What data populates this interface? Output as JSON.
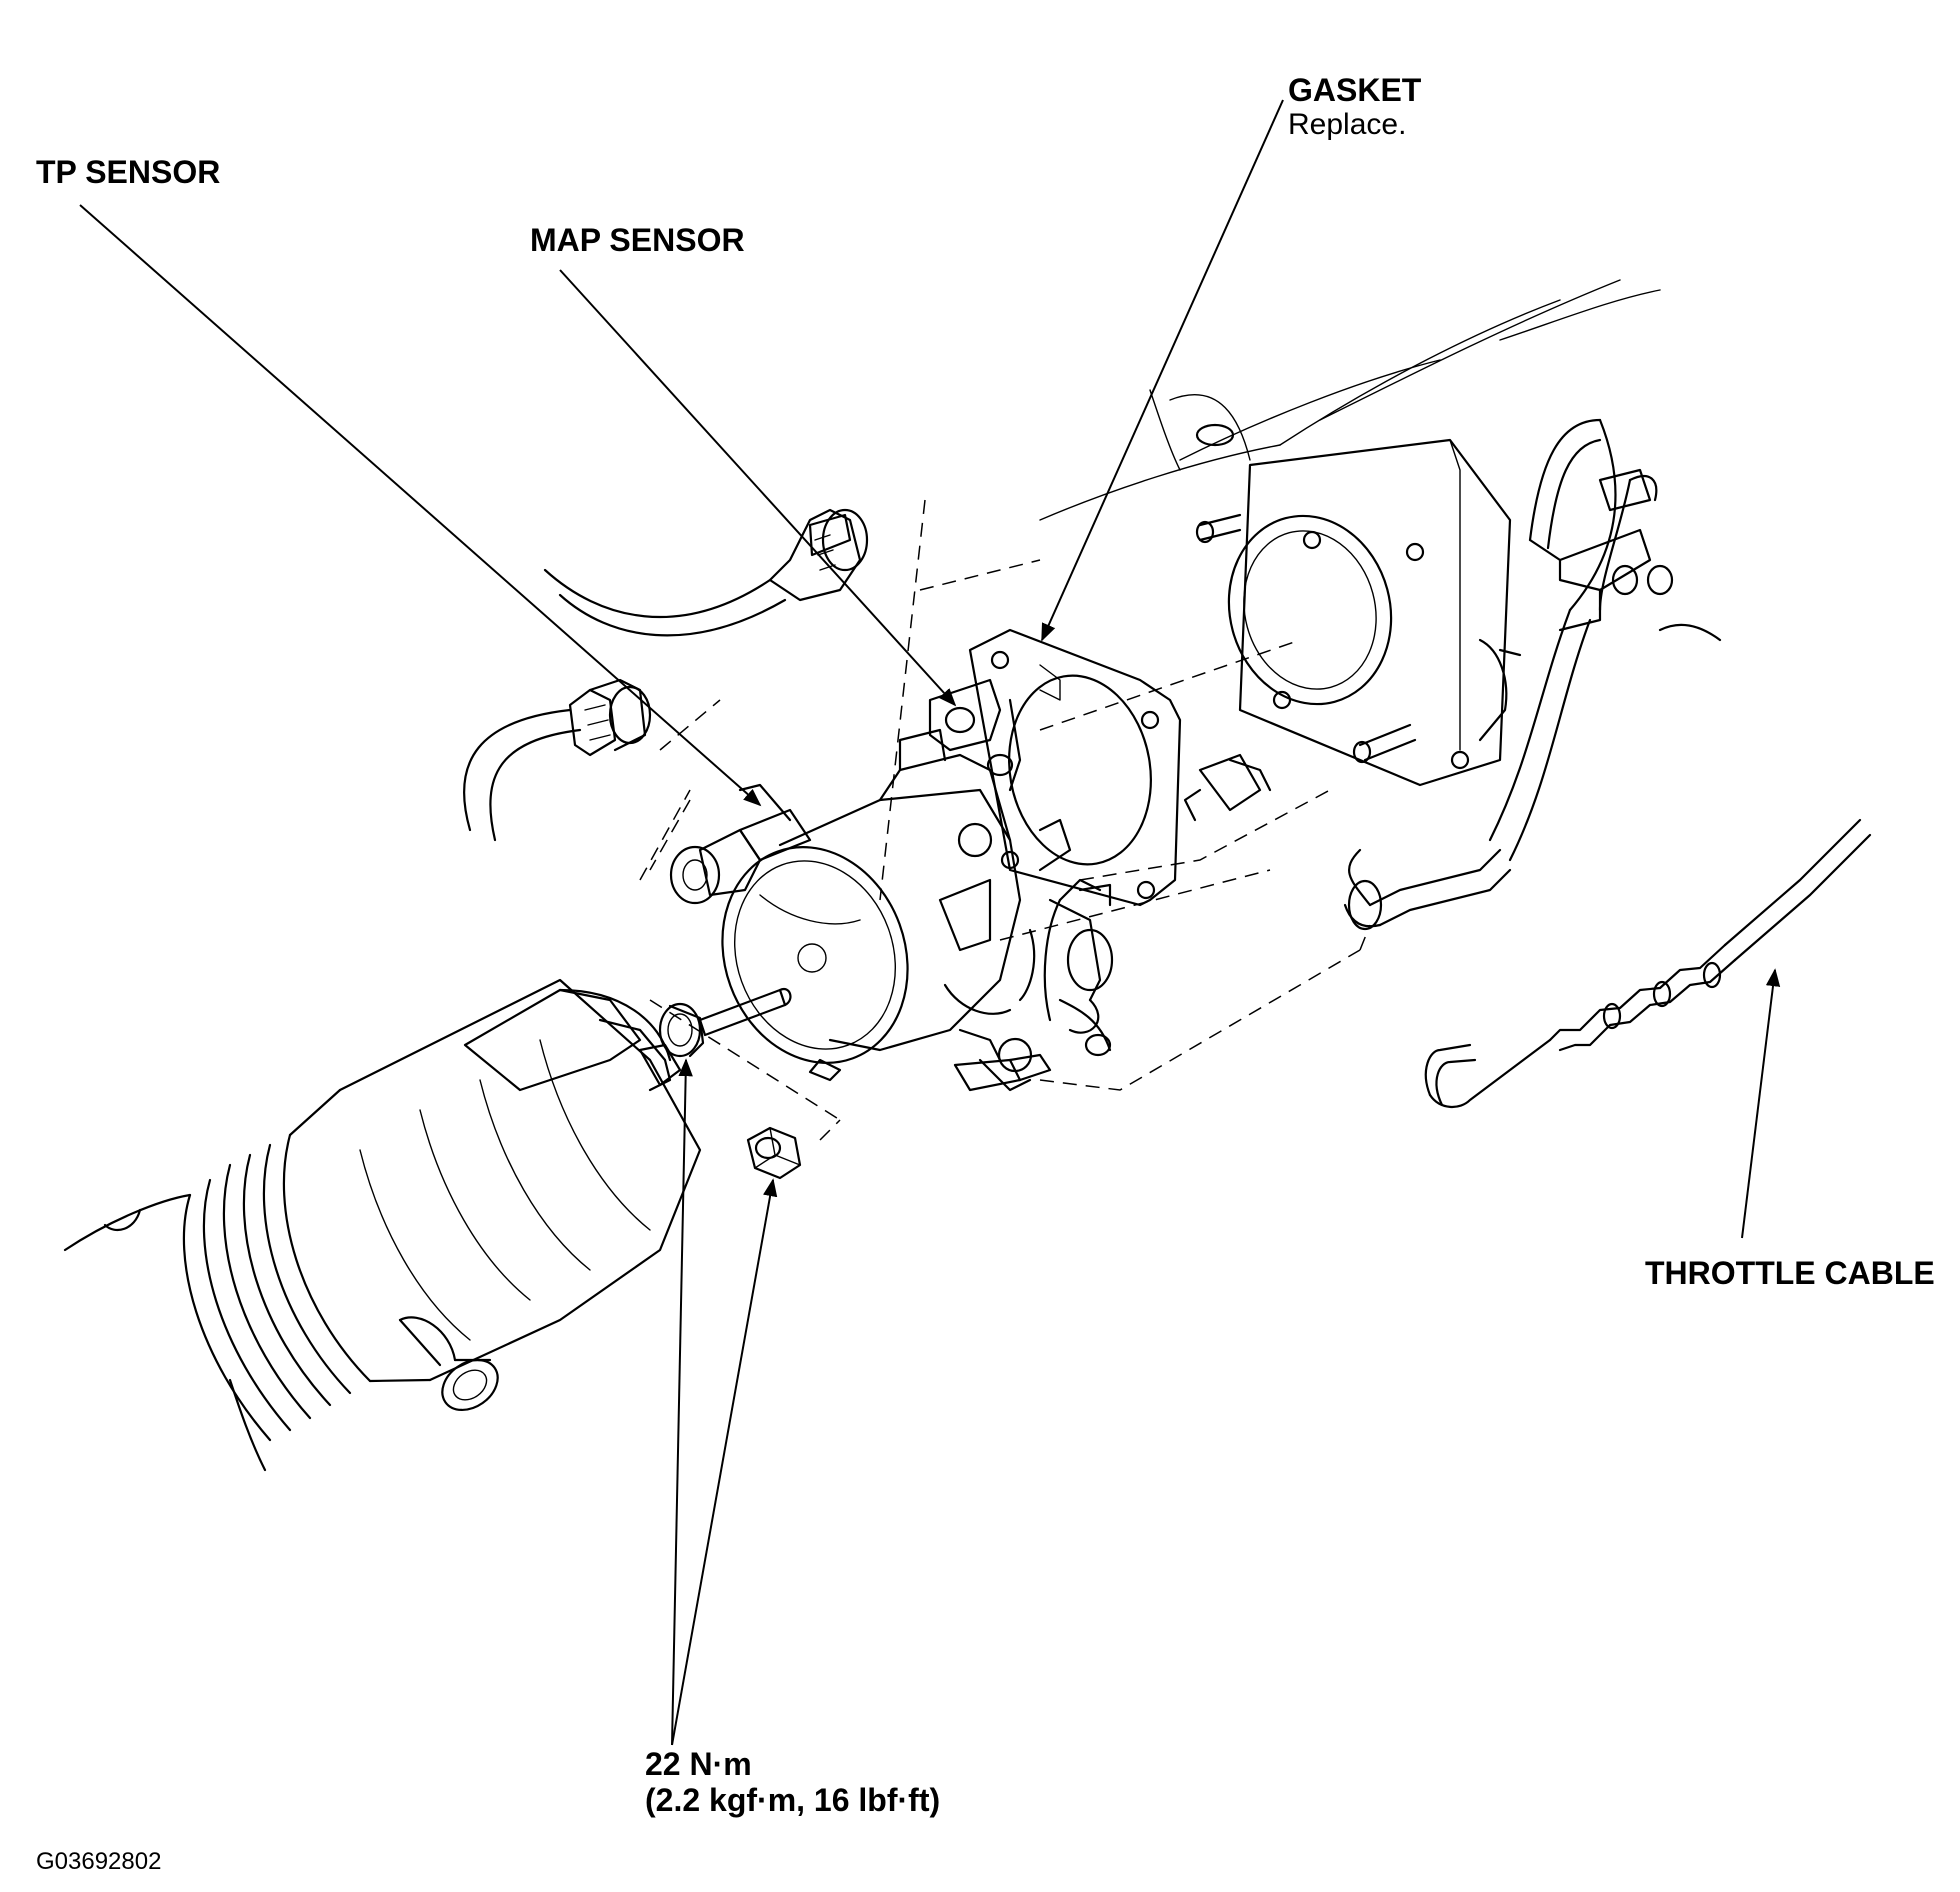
{
  "labels": {
    "tp_sensor": "TP SENSOR",
    "map_sensor": "MAP SENSOR",
    "gasket_title": "GASKET",
    "gasket_note": "Replace.",
    "throttle_cable": "THROTTLE CABLE",
    "torque_value": "22 N·m",
    "torque_alt": "(2.2 kgf·m, 16 lbf·ft)",
    "figure_code": "G03692802"
  },
  "icons": {
    "arrowhead": "arrowhead-icon"
  }
}
